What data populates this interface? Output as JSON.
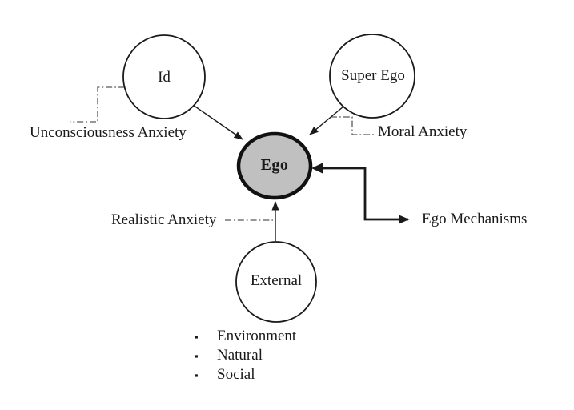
{
  "colors": {
    "background": "#ffffff",
    "line": "#1a1a1a",
    "dash_line": "#595959",
    "ego_fill": "#c0c0c0"
  },
  "nodes": {
    "id": {
      "label": "Id"
    },
    "super_ego": {
      "label": "Super Ego"
    },
    "ego": {
      "label": "Ego"
    },
    "external": {
      "label": "External"
    }
  },
  "labels": {
    "unconsciousness_anxiety": "Unconsciousness Anxiety",
    "moral_anxiety": "Moral Anxiety",
    "realistic_anxiety": "Realistic Anxiety",
    "ego_mechanisms": "Ego Mechanisms"
  },
  "external_factors": {
    "bullet": "▪",
    "items": [
      "Environment",
      "Natural",
      "Social"
    ]
  }
}
